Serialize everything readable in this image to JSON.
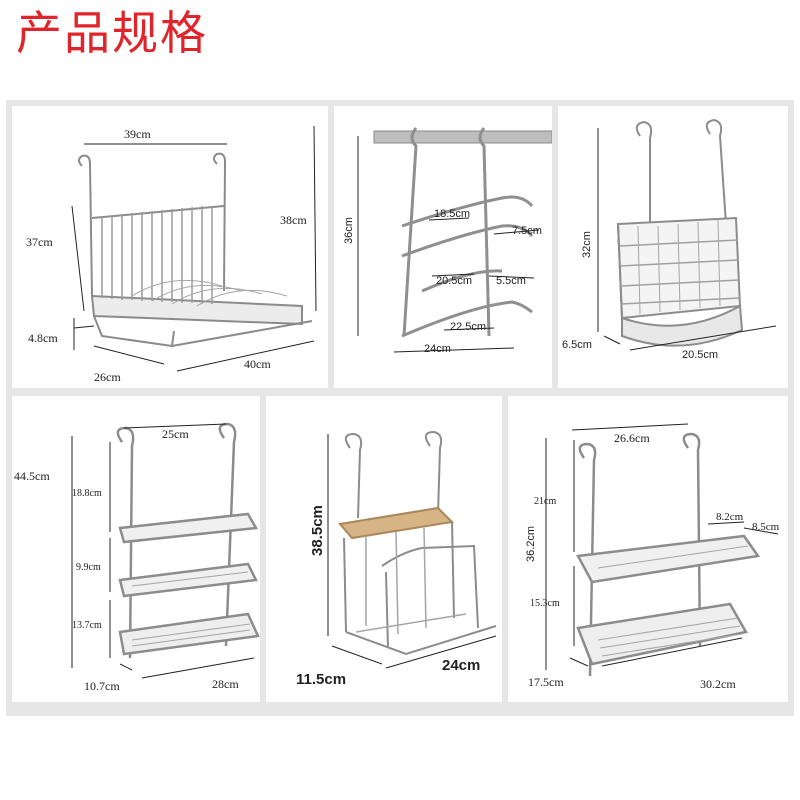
{
  "title": "产品规格",
  "products": [
    {
      "name": "dish-rack",
      "dimensions": [
        "39cm",
        "37cm",
        "38cm",
        "4.8cm",
        "26cm",
        "40cm"
      ]
    },
    {
      "name": "pot-lid-rack",
      "dimensions": [
        "36cm",
        "18.5cm",
        "7.5cm",
        "20.5cm",
        "5.5cm",
        "22.5cm",
        "24cm"
      ]
    },
    {
      "name": "utensil-holder",
      "dimensions": [
        "32cm",
        "6.5cm",
        "20.5cm"
      ]
    },
    {
      "name": "three-tier-shelf",
      "dimensions": [
        "25cm",
        "44.5cm",
        "18.8cm",
        "9.9cm",
        "13.7cm",
        "10.7cm",
        "28cm"
      ]
    },
    {
      "name": "knife-holder",
      "dimensions": [
        "38.5cm",
        "11.5cm",
        "24cm"
      ]
    },
    {
      "name": "two-tier-shelf",
      "dimensions": [
        "26.6cm",
        "21cm",
        "8.2cm",
        "8.5cm",
        "36.2cm",
        "15.3cm",
        "17.5cm",
        "30.2cm"
      ]
    }
  ]
}
